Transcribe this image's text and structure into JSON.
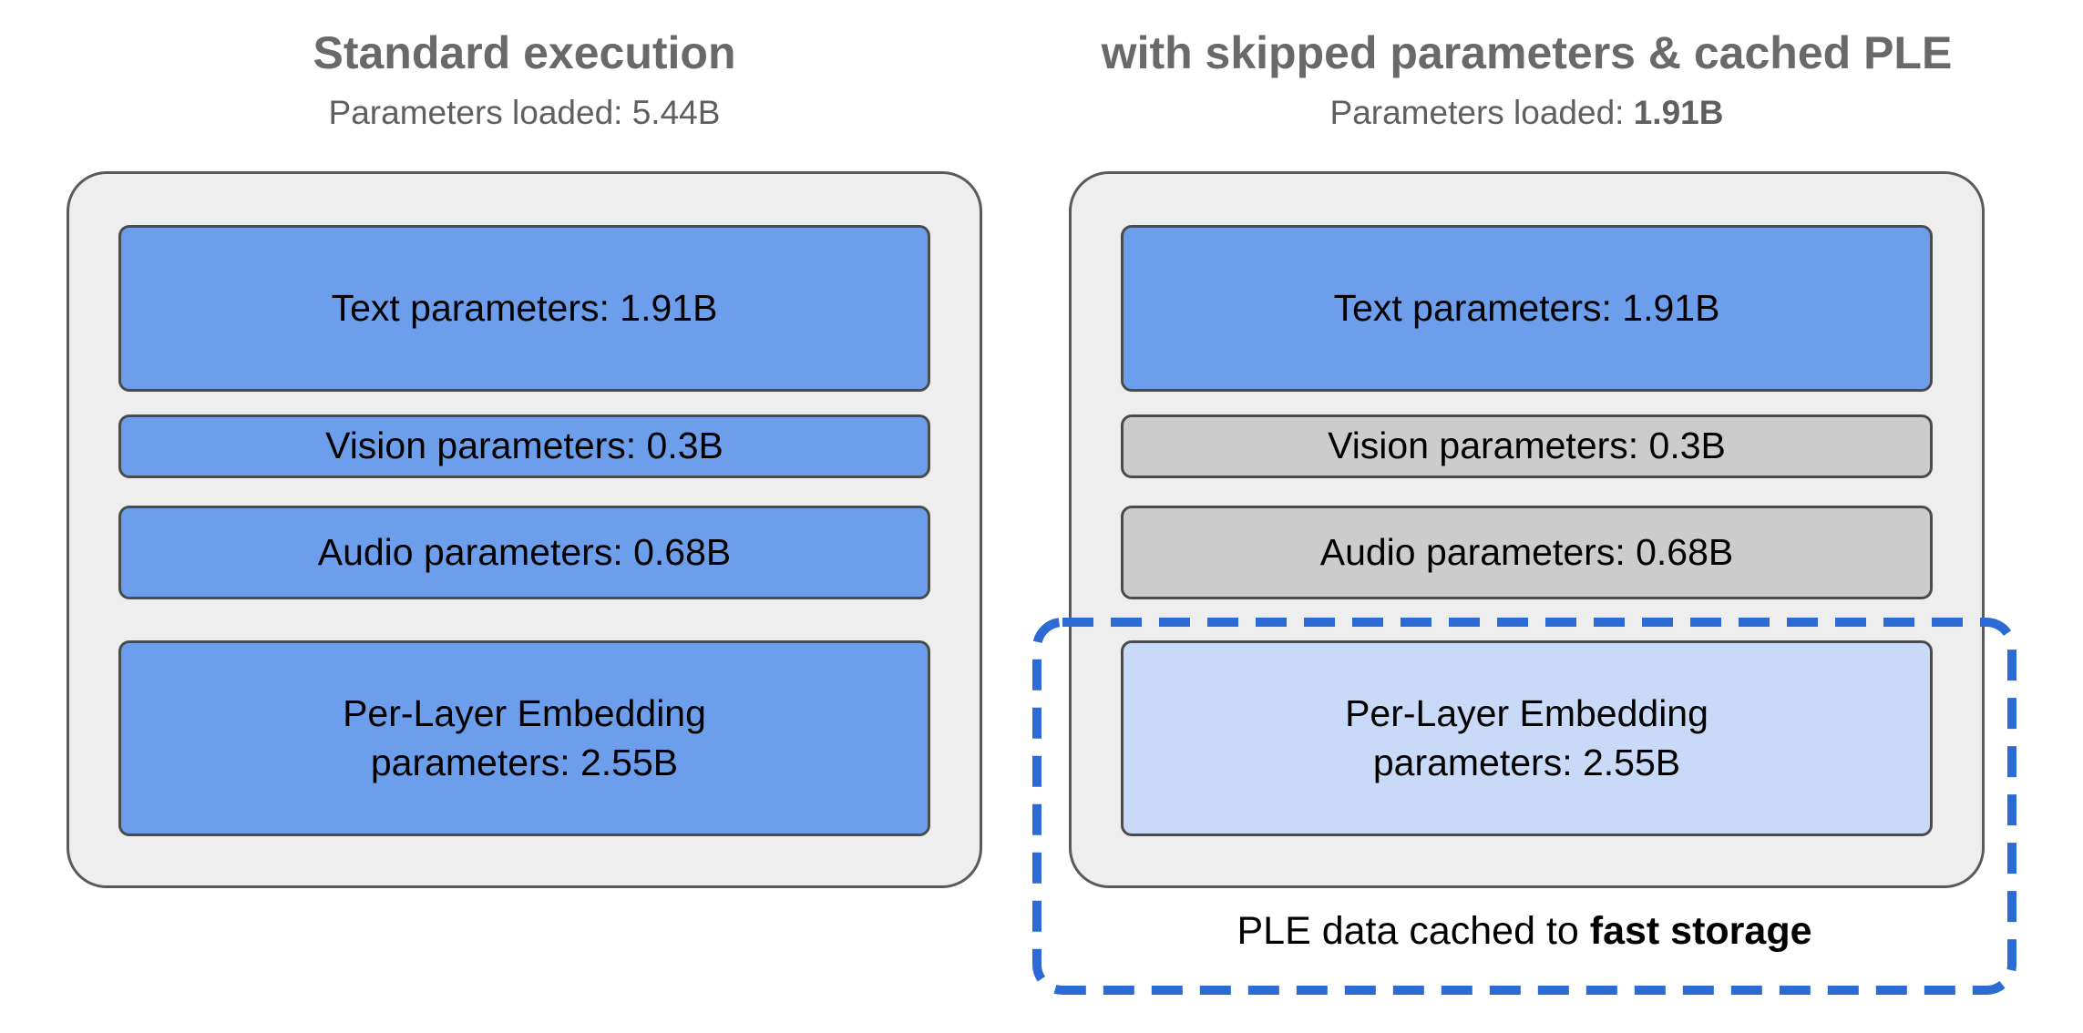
{
  "diagram": {
    "left": {
      "title": "Standard execution",
      "subtitle": {
        "prefix": "Parameters loaded: ",
        "value": "5.44B"
      },
      "blocks": {
        "text": {
          "label": "Text parameters: 1.91B",
          "fill": "#6d9eeb"
        },
        "vision": {
          "label": "Vision parameters: 0.3B",
          "fill": "#6d9eeb"
        },
        "audio": {
          "label": "Audio parameters: 0.68B",
          "fill": "#6d9eeb"
        },
        "ple": {
          "line1": "Per-Layer Embedding",
          "line2": "parameters: 2.55B",
          "fill": "#6d9eeb"
        }
      }
    },
    "right": {
      "title": "with skipped parameters & cached PLE",
      "subtitle": {
        "prefix": "Parameters loaded: ",
        "value": "1.91B"
      },
      "blocks": {
        "text": {
          "label": "Text parameters: 1.91B",
          "fill": "#6d9eeb"
        },
        "vision": {
          "label": "Vision parameters: 0.3B",
          "fill": "#cccccc"
        },
        "audio": {
          "label": "Audio parameters: 0.68B",
          "fill": "#cccccc"
        },
        "ple": {
          "line1": "Per-Layer Embedding",
          "line2": "parameters: 2.55B",
          "fill": "#c9daf8"
        }
      },
      "cache_callout": {
        "prefix": "PLE data cached to ",
        "bold": "fast storage"
      }
    },
    "colors": {
      "block_blue": "#6d9eeb",
      "block_gray": "#cccccc",
      "block_light_blue": "#c9daf8",
      "dashed_outline": "#2b6bd3",
      "container_fill": "#eeeeee",
      "container_border": "#5a5a5a",
      "title_gray": "#696969"
    }
  }
}
